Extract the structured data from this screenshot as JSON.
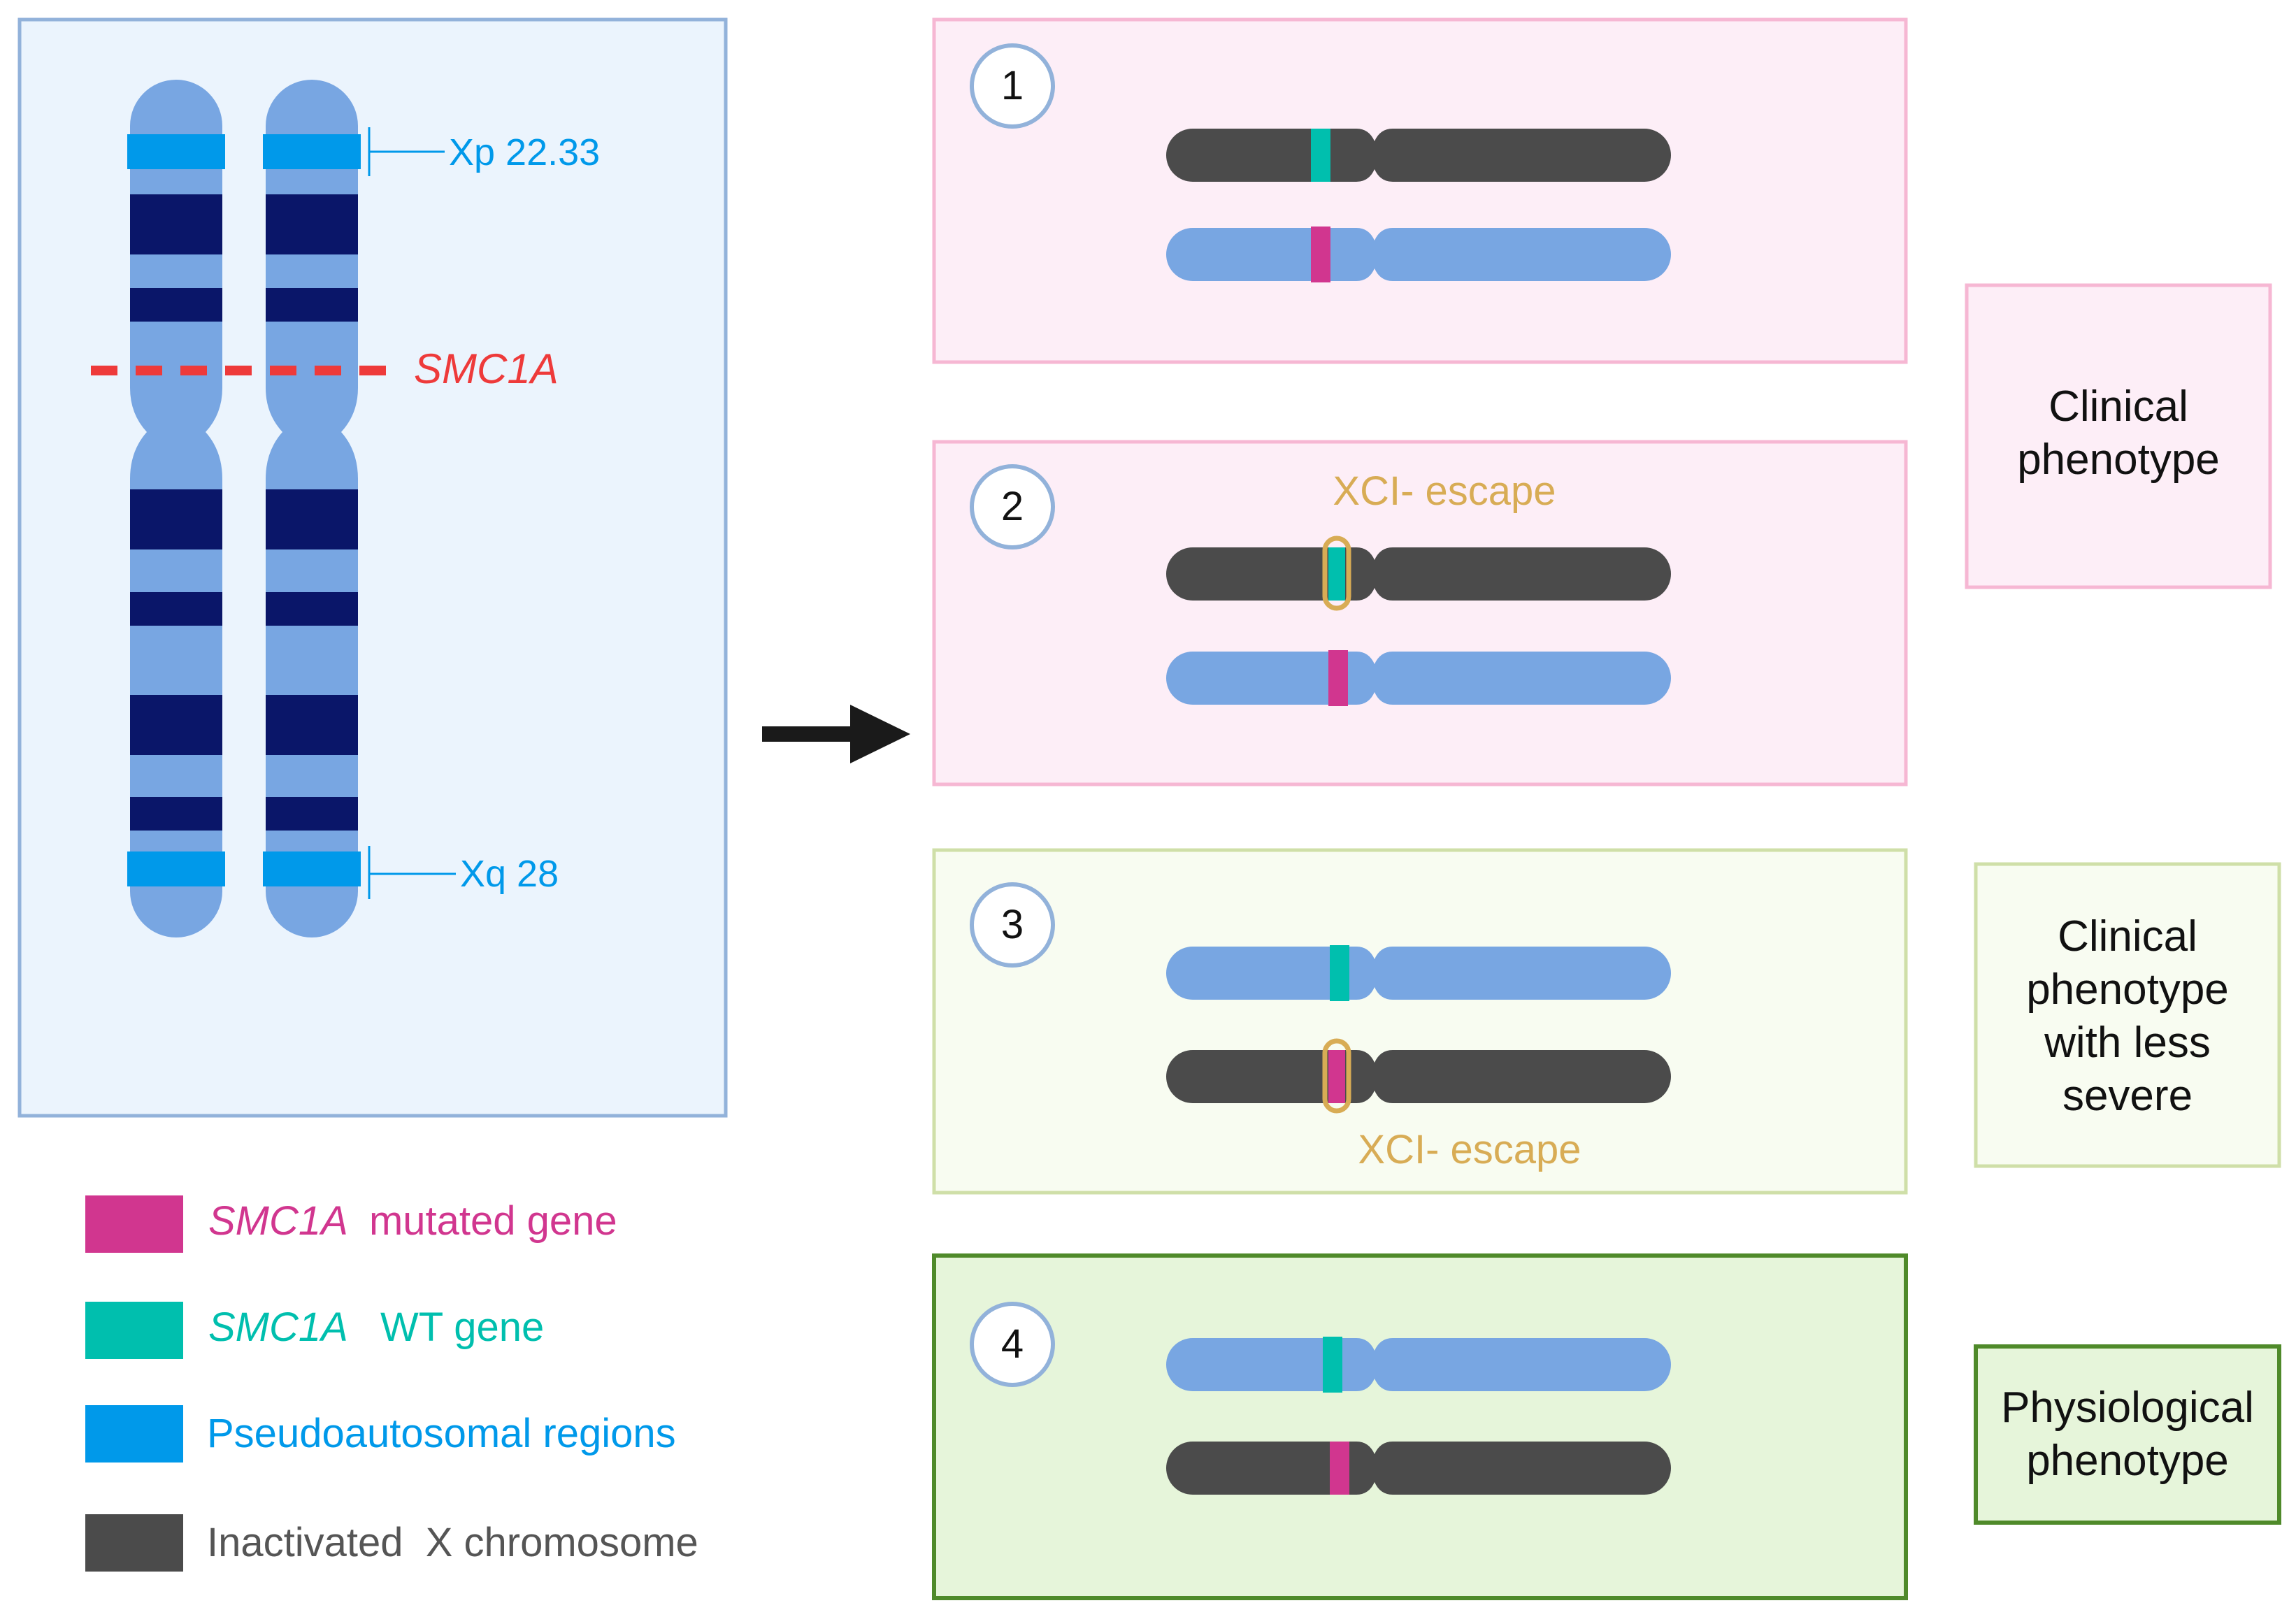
{
  "left_panel": {
    "labels": {
      "xp": "Xp 22.33",
      "smc1a": "SMC1A",
      "xq": "Xq 28"
    }
  },
  "legend": [
    {
      "gene": "SMC1A",
      "text": "mutated gene",
      "color": "#d1368f"
    },
    {
      "gene": "SMC1A",
      "text": "WT gene",
      "color": "#00bfae"
    },
    {
      "gene": "",
      "text": "Pseudoautosomal regions",
      "color": "#0099ea"
    },
    {
      "gene": "",
      "text": "Inactivated  X chromosome",
      "color": "#4b4b4b"
    }
  ],
  "scenarios": [
    {
      "number": "1",
      "escape_label": ""
    },
    {
      "number": "2",
      "escape_label": "XCI- escape"
    },
    {
      "number": "3",
      "escape_label": "XCI- escape"
    },
    {
      "number": "4",
      "escape_label": ""
    }
  ],
  "outcomes": [
    {
      "lines": [
        "Clinical",
        "phenotype"
      ]
    },
    {
      "lines": [
        "Clinical",
        "phenotype",
        "with less",
        "severe"
      ]
    },
    {
      "lines": [
        "Physiological",
        "phenotype"
      ]
    }
  ],
  "colors": {
    "active_chromosome": "#78a6e2",
    "inactivated_chromosome": "#4b4b4b",
    "dark_band": "#0a1669",
    "pseudoautosomal": "#0099ea",
    "mutated_gene": "#d1368f",
    "wt_gene": "#00bfae",
    "escape": "#d8ac55",
    "smc1a_line": "#ee3a3a",
    "pink_panel": "#fdeef7",
    "light_green_panel": "#f8fcf1",
    "green_panel": "#e6f5da"
  }
}
